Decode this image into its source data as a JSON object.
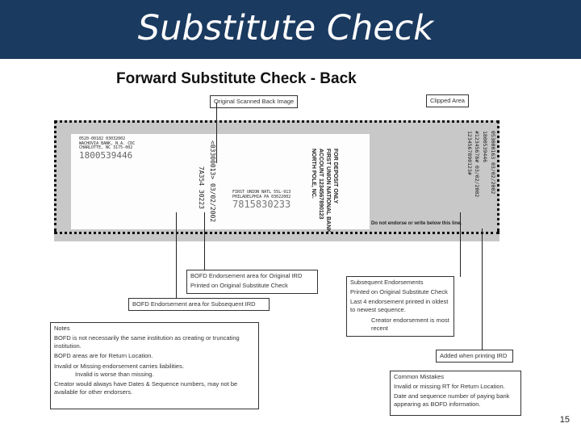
{
  "slide": {
    "title": "Substitute Check",
    "page_number": "15"
  },
  "figure": {
    "title": "Forward Substitute Check - Back",
    "labels": {
      "original_scanned": "Original Scanned Back Image",
      "clipped_area": "Clipped Area",
      "bofd_original": [
        "BOFD Endorsement area  for Original IRD",
        "Printed on Original Substitute Check"
      ],
      "bofd_subsequent": "BOFD Endorsement area  for Subsequent  IRD",
      "subsequent": [
        "Subsequent Endorsements",
        "Printed on Original Substitute Check",
        "Last 4 endorsement printed in oldest to newest sequence.",
        "Creator endorsement is most recent"
      ],
      "added": "Added when printing IRD",
      "notes": [
        "Notes",
        "BOFD is not necessarily the same institution as creating or truncating institution.",
        "BOFD areas are for Return Location.",
        "Invalid or Missing endorsement carries liabilities.",
        "Invalid is worse  than missing.",
        "Creator would always have Dates & Sequence numbers, may not be available for other endorsers."
      ],
      "mistakes": [
        "Common Mistakes",
        "Invalid or missing RT for Return Location.",
        "Date and sequence number of paying bank appearing as BOFD information."
      ]
    },
    "check": {
      "stamp1": [
        "0520-00182    03032002",
        "WACHOVIA BANK, N.A.  CDC",
        "CHARLOTTE, NC    3175-002"
      ],
      "stamp1_num": "1800539446",
      "stamp2": "<03300013>  03/02/2002",
      "stamp2b": "7A354 30223",
      "stamp3": [
        "FIRST UNION NATL 55L-913",
        "PHILADELPHIA PA 03022002"
      ],
      "stamp3_num": "7815830233",
      "deposit": [
        "FOR DEPOSIT ONLY",
        "FIRST UNION NATIONAL BANK",
        "ACCOUNT 1234567890123",
        "NORTH POLE, NC."
      ],
      "right": [
        "053000163  03/02/2002",
        "1800539446",
        "#12345678#  03/02/2002",
        "1234567890123#"
      ],
      "footer": "Do not endorse or write below this line."
    }
  }
}
